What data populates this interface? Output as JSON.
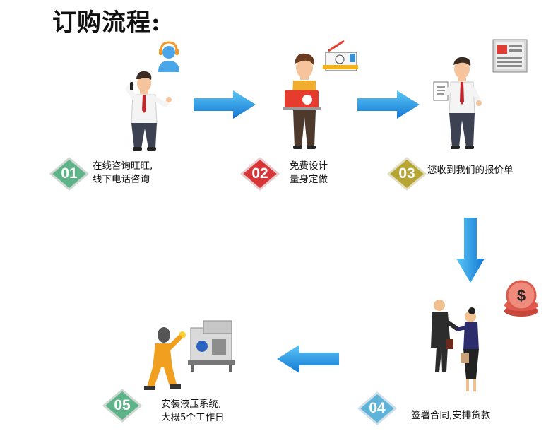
{
  "title": "订购流程:",
  "colors": {
    "step01": "#5fb388",
    "step02": "#d9363a",
    "step03": "#b6a532",
    "step04": "#5fb2d8",
    "step05": "#5fb388",
    "arrow": "#1d9fe6"
  },
  "steps": [
    {
      "number": "01",
      "lines": [
        "在线咨询旺旺,",
        "线下电话咨询"
      ],
      "icon": "businessman-on-phone-icon"
    },
    {
      "number": "02",
      "lines": [
        "免费设计",
        "量身定做"
      ],
      "icon": "designer-with-laptop-icon"
    },
    {
      "number": "03",
      "lines": [
        "您收到我们的报价单"
      ],
      "icon": "businessman-with-clipboard-icon"
    },
    {
      "number": "04",
      "lines": [
        "签署合同,安排货款"
      ],
      "icon": "handshake-icon"
    },
    {
      "number": "05",
      "lines": [
        "安装液压系统,",
        "大概5个工作日"
      ],
      "icon": "welder-icon"
    }
  ]
}
